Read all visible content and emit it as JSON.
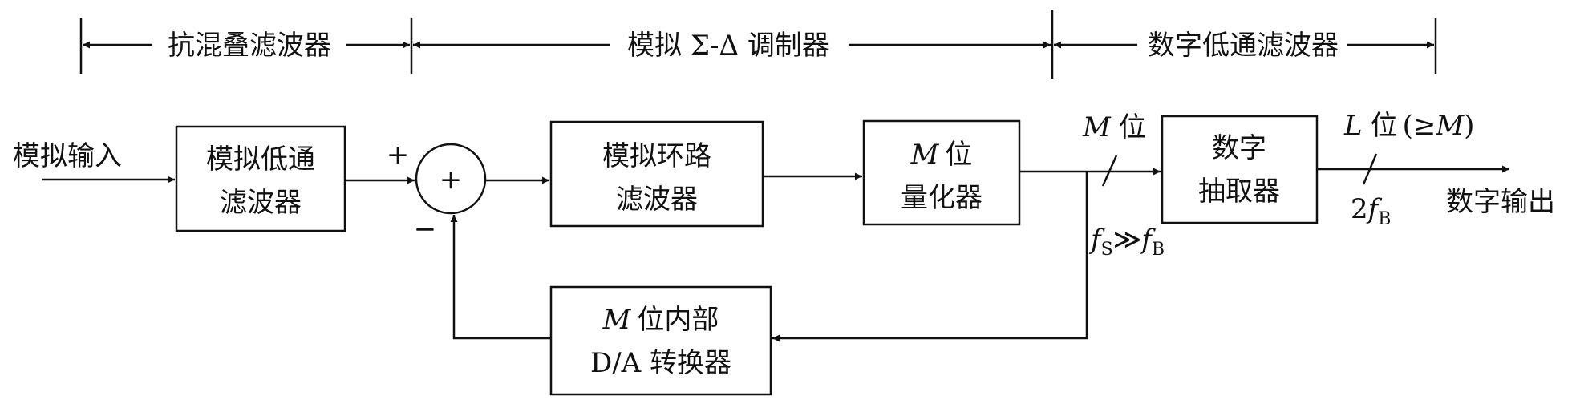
{
  "segments": {
    "anti_alias": "抗混叠滤波器",
    "modulator": "模拟 Σ-Δ 调制器",
    "digital_lpf": "数字低通滤波器"
  },
  "labels": {
    "analog_input": "模拟输入",
    "digital_output": "数字输出",
    "plus": "+",
    "minus": "−",
    "sum_symbol": "+",
    "m_bits_var": "M",
    "m_bits_unit": "位",
    "l_bits_var": "L",
    "l_bits_unit": "位",
    "l_bits_cond_open": "(≥",
    "l_bits_cond_var": "M",
    "l_bits_cond_close": ")",
    "rate_two": "2",
    "rate_f": "f",
    "rate_sub": "B",
    "fs_f": "f",
    "fs_sub": "S",
    "fs_rel": "≫",
    "fb_f": "f",
    "fb_sub": "B"
  },
  "blocks": {
    "analog_lpf": {
      "line1": "模拟低通",
      "line2": "滤波器"
    },
    "loop_filter": {
      "line1": "模拟环路",
      "line2": "滤波器"
    },
    "quantizer": {
      "line1_var": "M",
      "line1_unit": "位",
      "line2": "量化器"
    },
    "decimator": {
      "line1": "数字",
      "line2": "抽取器"
    },
    "dac": {
      "line1_var": "M",
      "line1_unit": "位内部",
      "line2": "D/A 转换器"
    }
  }
}
